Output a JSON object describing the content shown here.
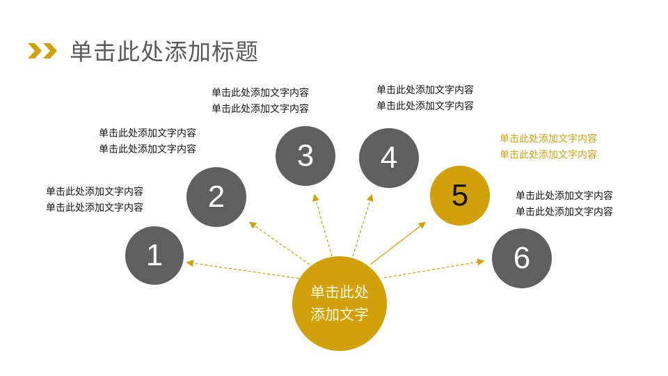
{
  "header": {
    "title": "单击此处添加标题",
    "icon": "double-chevron-right-icon"
  },
  "colors": {
    "accent": "#d0a10a",
    "circle_gray": "#5f5f5f",
    "title_gray": "#5a5a5a"
  },
  "center": {
    "line1": "单击此处",
    "line2": "添加文字"
  },
  "items": [
    {
      "number": "1",
      "line1": "单击此处添加文字内容",
      "line2": "单击此处添加文字内容"
    },
    {
      "number": "2",
      "line1": "单击此处添加文字内容",
      "line2": "单击此处添加文字内容"
    },
    {
      "number": "3",
      "line1": "单击此处添加文字内容",
      "line2": "单击此处添加文字内容"
    },
    {
      "number": "4",
      "line1": "单击此处添加文字内容",
      "line2": "单击此处添加文字内容"
    },
    {
      "number": "5",
      "line1": "单击此处添加文字内容",
      "line2": "单击此处添加文字内容",
      "highlighted": true
    },
    {
      "number": "6",
      "line1": "单击此处添加文字内容",
      "line2": "单击此处添加文字内容"
    }
  ]
}
